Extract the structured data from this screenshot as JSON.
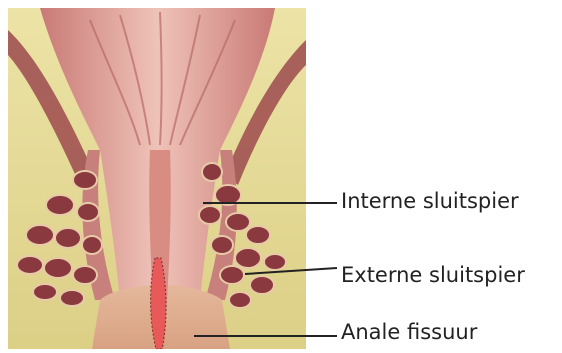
{
  "illustration": {
    "subject": "anatomical cross-section of anal canal with anal fissure",
    "palette": {
      "background": "#ffffff",
      "fat": "#e6dc9a",
      "fat_light": "#f1ebbd",
      "mucosa": "#d8918a",
      "mucosa_light": "#ecbdb3",
      "muscle": "#8a3a3e",
      "muscle_light": "#b7686b",
      "fissure": "#e85a5a",
      "leader_line": "#222222"
    }
  },
  "labels": [
    {
      "text": "Interne sluitspier"
    },
    {
      "text": "Externe sluitspier"
    },
    {
      "text": "Anale fissuur"
    }
  ]
}
